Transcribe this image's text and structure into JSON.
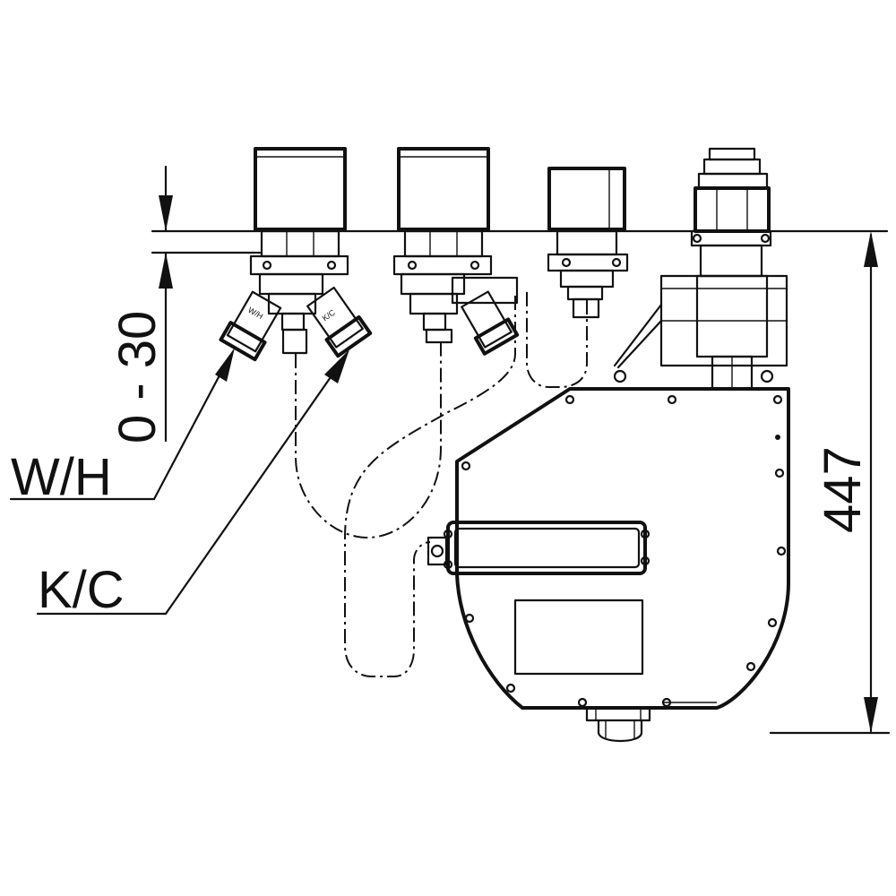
{
  "labels": {
    "wh": "W/H",
    "kc": "K/C"
  },
  "dimensions": {
    "stroke_range": "0 - 30",
    "height": "447"
  },
  "components": {
    "small_tag_left_1": "W/H",
    "small_tag_left_2": "K/C"
  },
  "colors": {
    "line": "#111111",
    "background": "#ffffff"
  }
}
